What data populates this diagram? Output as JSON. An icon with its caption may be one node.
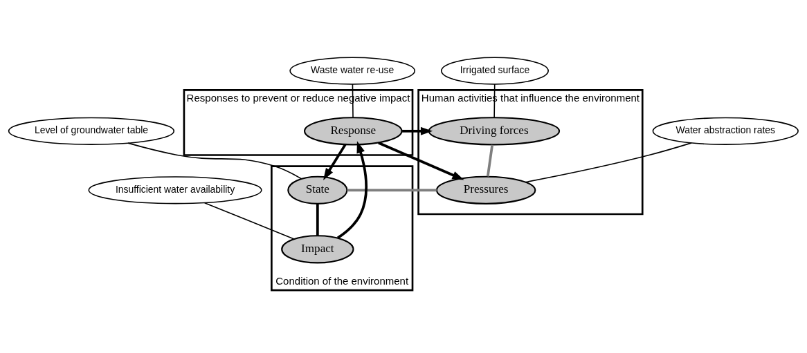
{
  "diagram": {
    "nodes": [
      {
        "text": [
          "Human activities that influence the environment"
        ]
      },
      {
        "text": [
          "Driving forces"
        ],
        "in": 0
      },
      {
        "text": [
          "Pressures"
        ],
        "in": 0
      },
      {
        "text": [
          "Responses to prevent or reduce negative impact"
        ]
      },
      {
        "text": [
          "Response"
        ],
        "in": 3
      },
      {
        "text": [
          "Condition of the environment"
        ]
      },
      {
        "text": [
          "State"
        ],
        "in": 5
      },
      {
        "text": [
          "Impact"
        ],
        "in": 5
      },
      {
        "text": [
          "Irrigated surface"
        ]
      },
      {
        "text": [
          "Water abstraction rates"
        ]
      },
      {
        "text": [
          "Waste water re-use"
        ]
      },
      {
        "text": [
          "Level of groundwater table"
        ]
      },
      {
        "text": [
          "Insufficient water availability"
        ]
      }
    ],
    "edges": [
      {
        "from": 4,
        "to": 1,
        "arrow": "to"
      },
      {
        "from": 4,
        "to": 2,
        "arrow": "to"
      },
      {
        "from": 4,
        "to": 6,
        "arrow": "to"
      },
      {
        "from": 7,
        "to": 4,
        "arrow": "to"
      },
      {
        "from": 1,
        "to": 2,
        "arrow": "none",
        "color": "#7f7f7f"
      },
      {
        "from": 2,
        "to": 6,
        "arrow": "none",
        "color": "#7f7f7f"
      },
      {
        "from": 6,
        "to": 7,
        "arrow": "none"
      },
      {
        "from": 8,
        "to": 1,
        "arrow": "none"
      },
      {
        "from": 9,
        "to": 2,
        "arrow": "none"
      },
      {
        "from": 10,
        "to": 4,
        "arrow": "none"
      },
      {
        "from": 11,
        "to": 6,
        "arrow": "none"
      },
      {
        "from": 12,
        "to": 7,
        "arrow": "none"
      }
    ]
  }
}
